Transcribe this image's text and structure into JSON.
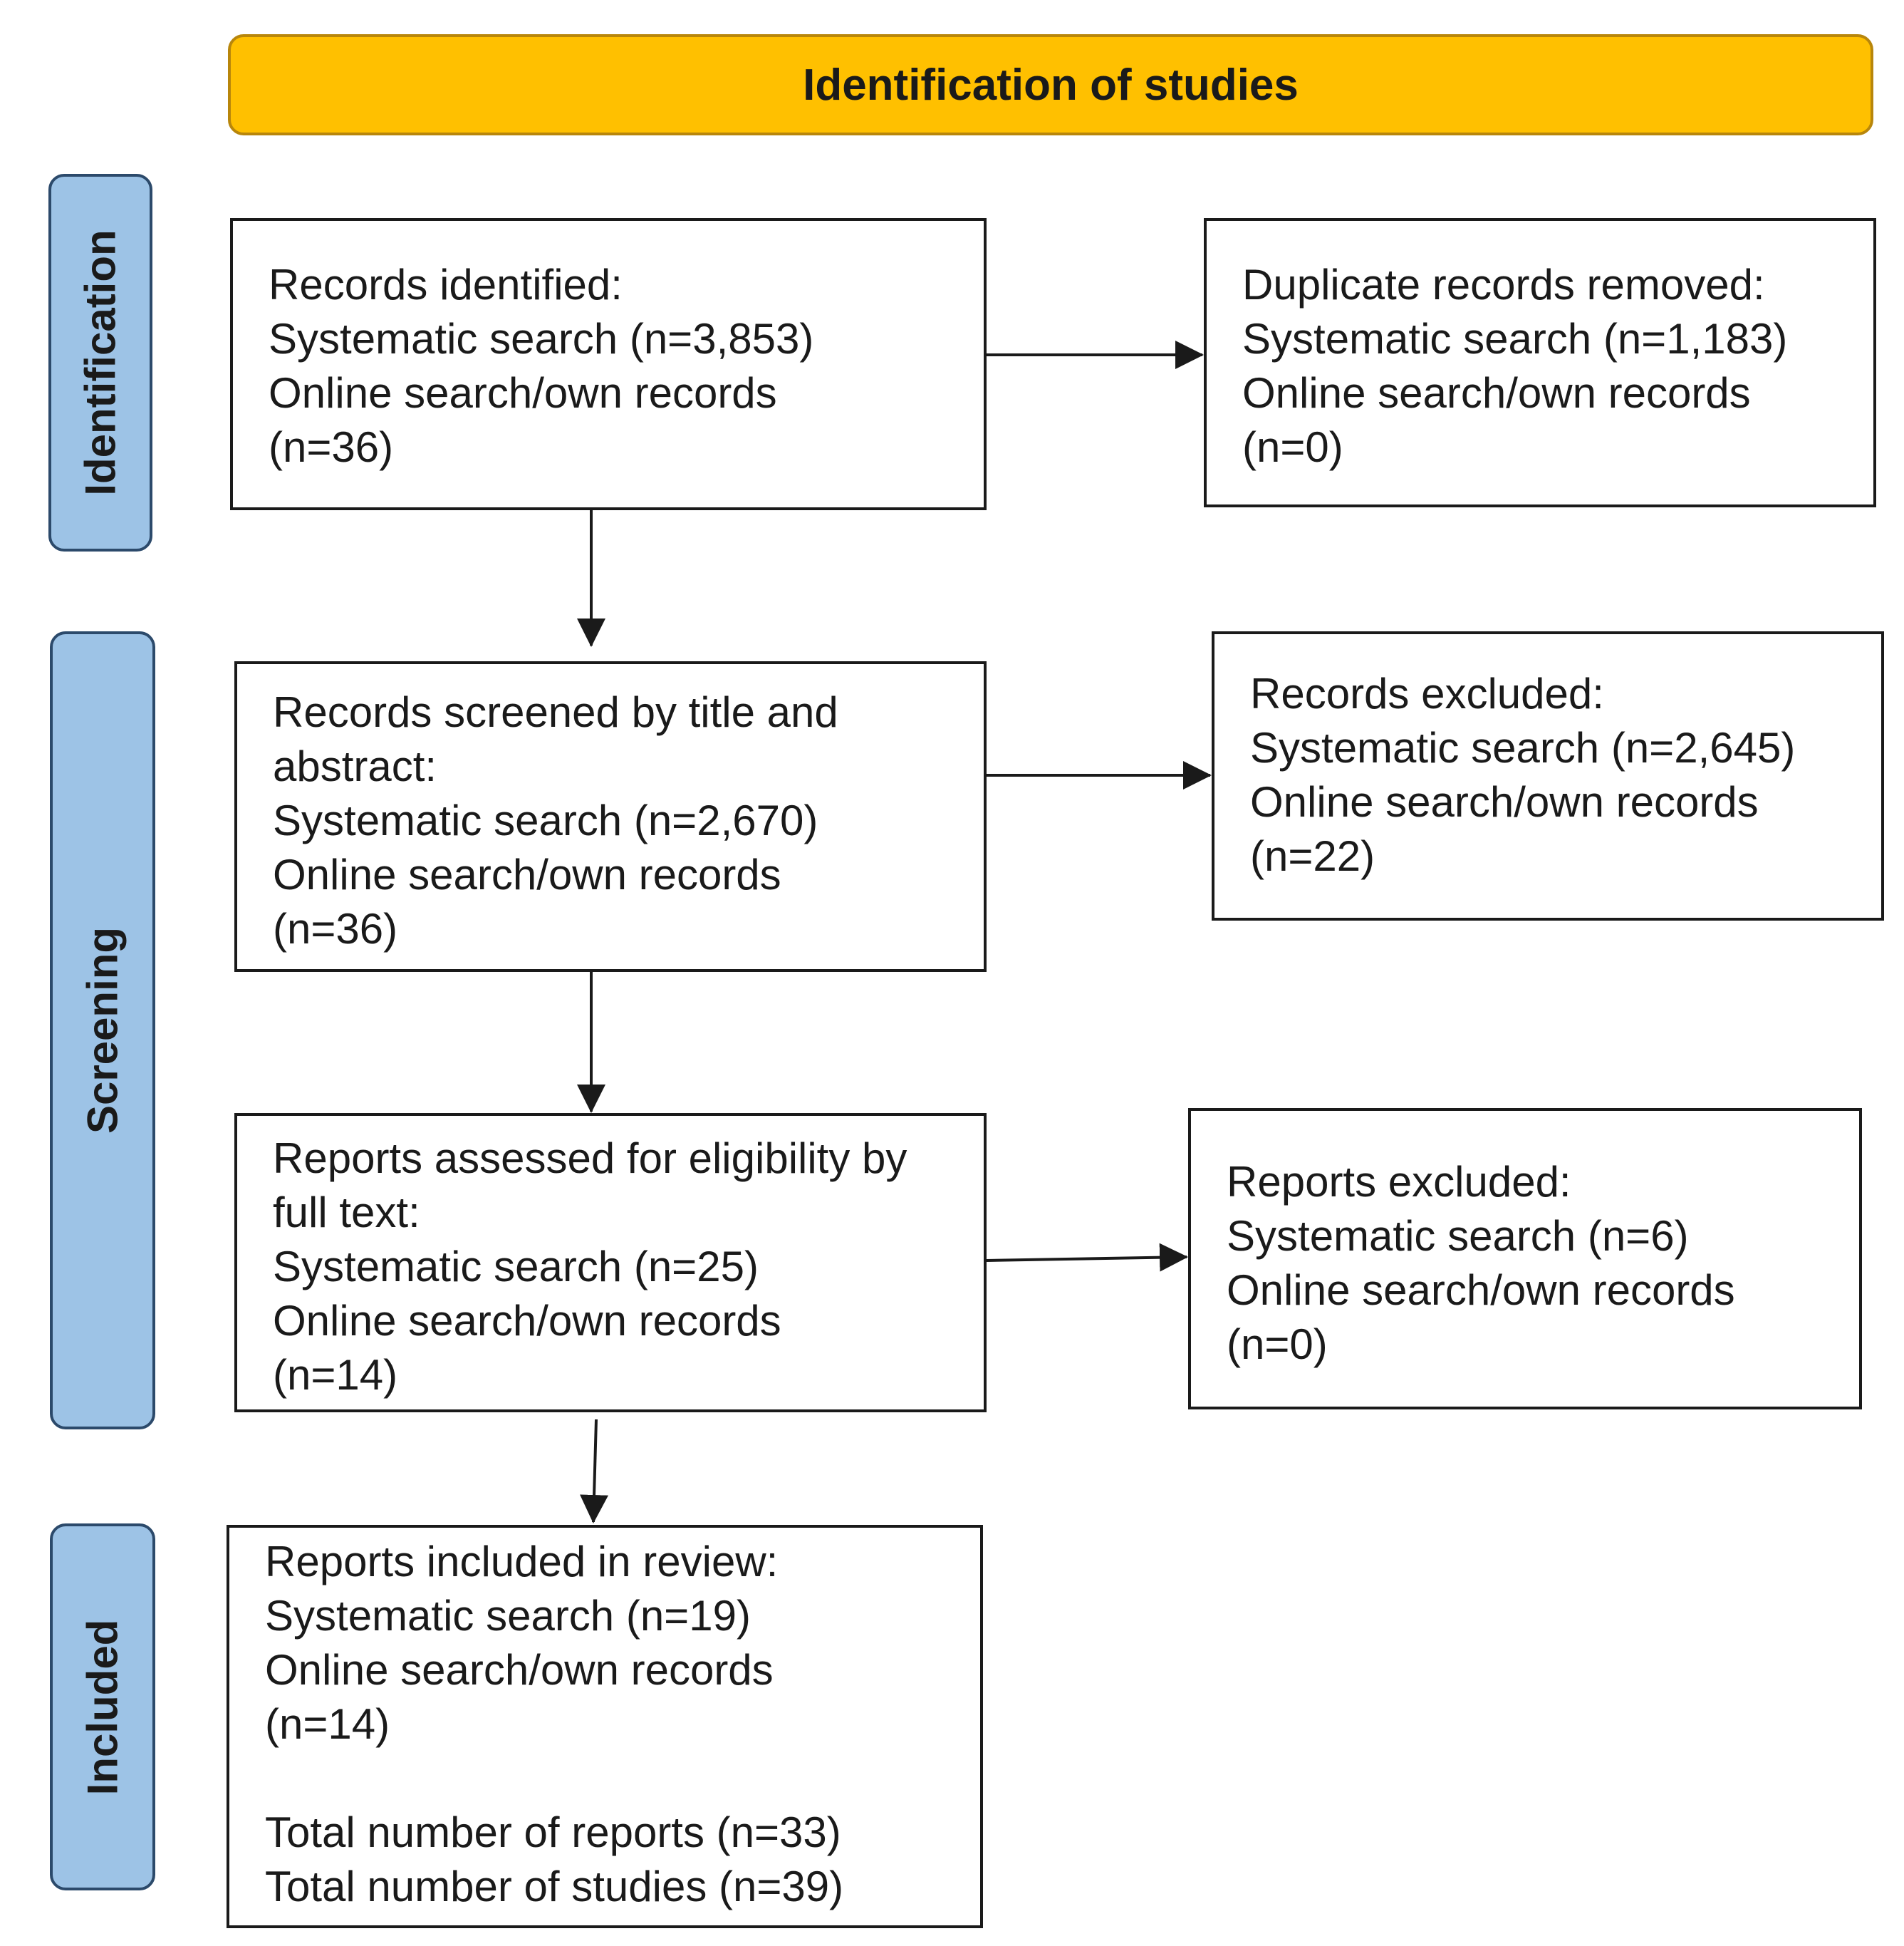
{
  "header": {
    "title": "Identification of studies"
  },
  "stages": {
    "identification": "Identification",
    "screening": "Screening",
    "included": "Included"
  },
  "boxes": {
    "records_identified": [
      "Records identified:",
      "Systematic search (n=3,853)",
      "Online search/own records",
      "(n=36)"
    ],
    "duplicates_removed": [
      "Duplicate records removed:",
      "Systematic search (n=1,183)",
      "Online search/own records",
      "(n=0)"
    ],
    "records_screened": [
      "Records screened by title and",
      "abstract:",
      "Systematic search (n=2,670)",
      "Online search/own records",
      "(n=36)"
    ],
    "records_excluded": [
      "Records excluded:",
      "Systematic search (n=2,645)",
      "Online search/own records",
      "(n=22)"
    ],
    "reports_assessed": [
      "Reports assessed for eligibility by",
      "full text:",
      "Systematic search (n=25)",
      "Online search/own records",
      "(n=14)"
    ],
    "reports_excluded": [
      "Reports excluded:",
      "Systematic search (n=6)",
      "Online search/own records",
      "(n=0)"
    ],
    "reports_included": [
      "Reports included in review:",
      "Systematic search (n=19)",
      "Online search/own records",
      "(n=14)"
    ],
    "reports_included_totals": [
      "Total number of reports (n=33)",
      "Total number of studies (n=39)"
    ]
  }
}
